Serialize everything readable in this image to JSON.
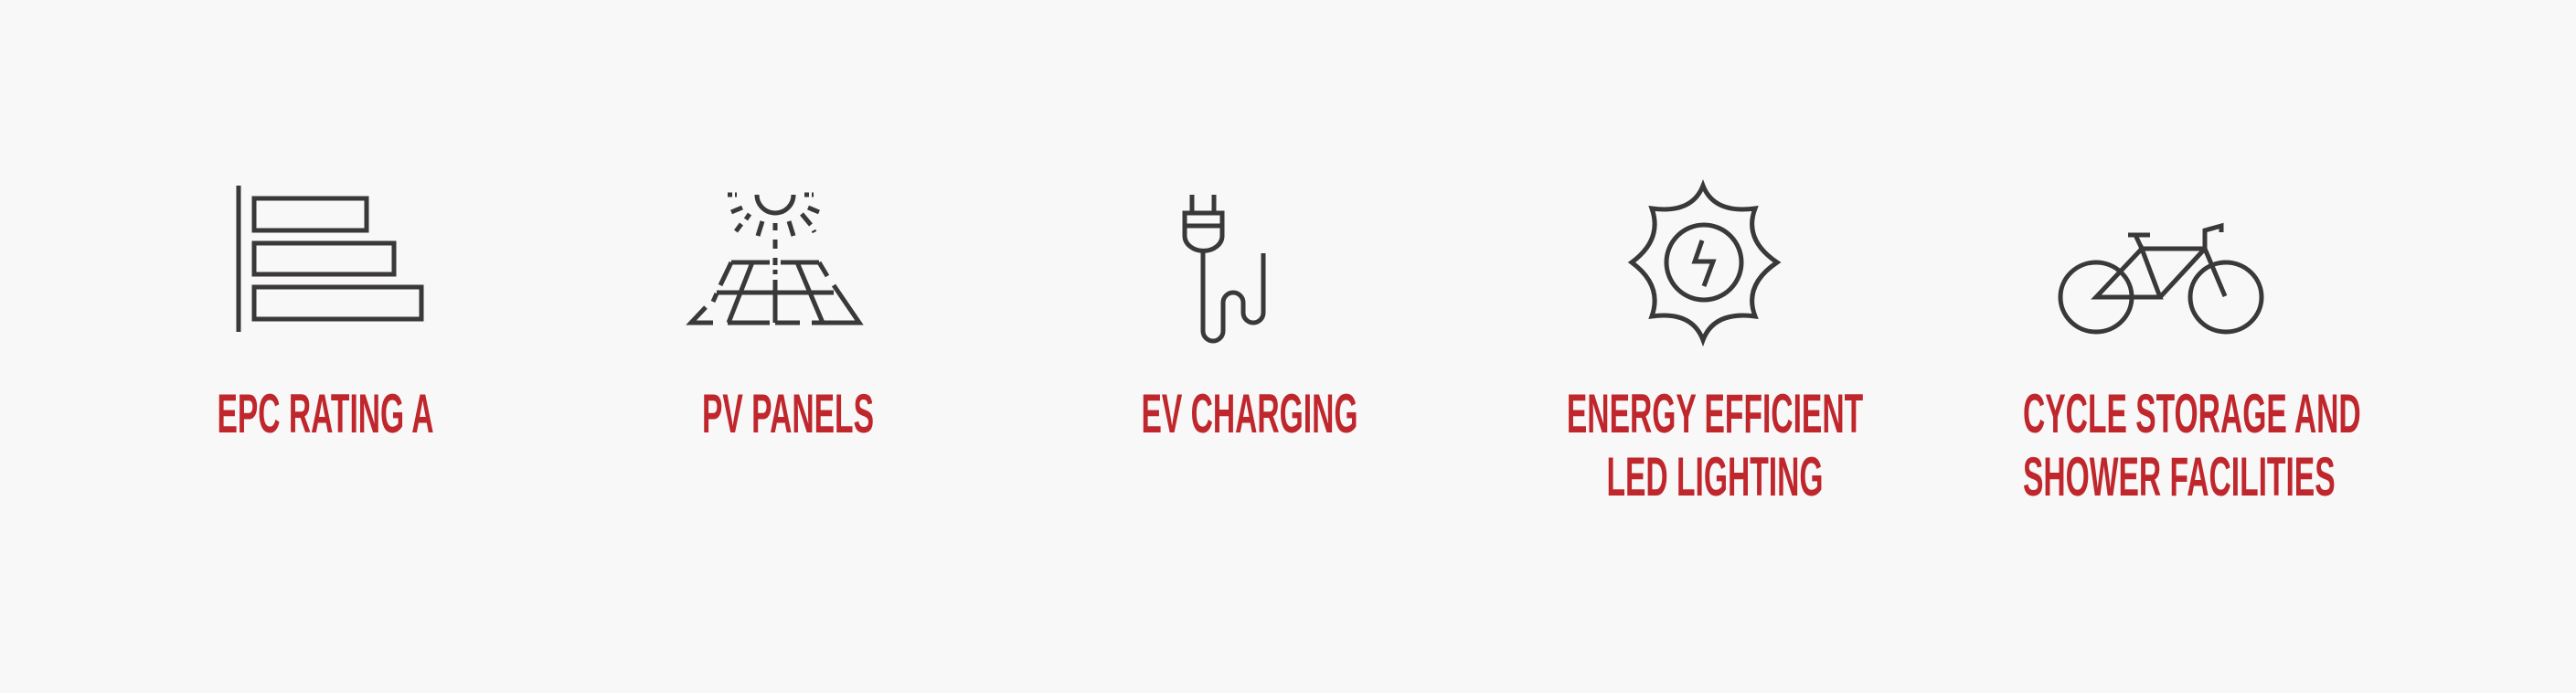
{
  "colors": {
    "label": "#c0272d",
    "icon": "#3a3838",
    "background": "#f8f8f8"
  },
  "features": [
    {
      "icon": "epc-rating-bars-icon",
      "lines": [
        "EPC RATING A"
      ]
    },
    {
      "icon": "solar-panel-icon",
      "lines": [
        "PV PANELS"
      ]
    },
    {
      "icon": "ev-plug-icon",
      "lines": [
        "EV CHARGING"
      ]
    },
    {
      "icon": "energy-bolt-icon",
      "lines": [
        "ENERGY EFFICIENT",
        "LED LIGHTING"
      ]
    },
    {
      "icon": "bicycle-icon",
      "lines": [
        "CYCLE STORAGE AND",
        "SHOWER FACILITIES"
      ]
    }
  ]
}
